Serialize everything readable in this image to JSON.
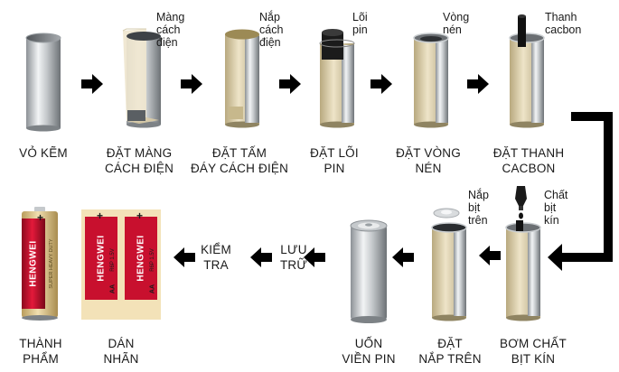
{
  "row1": {
    "steps": [
      {
        "key": "vo-kem",
        "lines": [
          "VỎ KẼM"
        ]
      },
      {
        "key": "dat-mang-cach-dien",
        "lines": [
          "ĐẶT MÀNG",
          "CÁCH ĐIỆN"
        ]
      },
      {
        "key": "dat-tam-day-cach-dien",
        "lines": [
          "ĐẶT TẤM",
          "ĐÁY CÁCH ĐIỆN"
        ]
      },
      {
        "key": "dat-loi-pin",
        "lines": [
          "ĐẶT LÕI",
          "PIN"
        ]
      },
      {
        "key": "dat-vong-nen",
        "lines": [
          "ĐẶT VÒNG",
          "NÉN"
        ]
      },
      {
        "key": "dat-thanh-cacbon",
        "lines": [
          "ĐẶT THANH",
          "CACBON"
        ]
      }
    ],
    "notes": [
      {
        "key": "mang-cach-dien",
        "lines": [
          "Màng",
          "cách",
          "điện"
        ]
      },
      {
        "key": "nap-cach-dien",
        "lines": [
          "Nắp",
          "cách",
          "điện"
        ]
      },
      {
        "key": "loi-pin",
        "lines": [
          "Lõi",
          "pin"
        ]
      },
      {
        "key": "vong-nen",
        "lines": [
          "Vòng",
          "nén"
        ]
      },
      {
        "key": "thanh-cacbon",
        "lines": [
          "Thanh",
          "cacbon"
        ]
      }
    ]
  },
  "row2": {
    "steps": [
      {
        "key": "thanh-pham",
        "lines": [
          "THÀNH",
          "PHẨM"
        ]
      },
      {
        "key": "dan-nhan",
        "lines": [
          "DÁN",
          "NHÃN"
        ]
      },
      {
        "key": "uon-vien-pin",
        "lines": [
          "UỐN",
          "VIỀN PIN"
        ]
      },
      {
        "key": "dat-nap-tren",
        "lines": [
          "ĐẶT",
          "NẮP TRÊN"
        ]
      },
      {
        "key": "bom-chat-bit-kin",
        "lines": [
          "BƠM CHẤT",
          "BỊT KÍN"
        ]
      }
    ],
    "text_steps": [
      {
        "key": "kiem-tra",
        "lines": [
          "KIỂM",
          "TRA"
        ]
      },
      {
        "key": "luu-tru",
        "lines": [
          "LƯU",
          "TRỮ"
        ]
      }
    ],
    "notes": [
      {
        "key": "nap-bit-tren",
        "lines": [
          "Nắp",
          "bịt",
          "trên"
        ]
      },
      {
        "key": "chat-bit-kin",
        "lines": [
          "Chất",
          "bịt",
          "kín"
        ]
      }
    ]
  },
  "product": {
    "brand": "HENGWEI",
    "tagline": "SUPER HEAVY DUTY",
    "size": "AA",
    "model": "R6P 1.5V",
    "plus_sign": "+"
  },
  "colors": {
    "arrow": "#000000",
    "label_red": "#c8102e",
    "label_cream": "#f3e2b8",
    "zinc": "#b8bcc0"
  }
}
